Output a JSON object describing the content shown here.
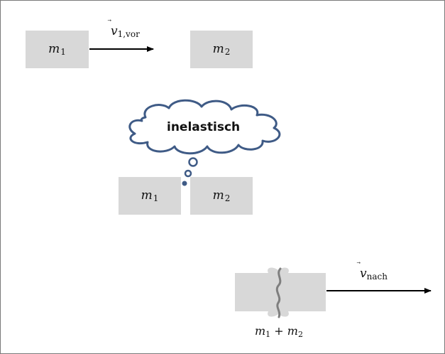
{
  "labels": {
    "m1": "m",
    "sub1": "1",
    "m2": "m",
    "sub2": "2",
    "v_symbol": "v",
    "v1_sub": "1,vor",
    "v_nach_sub": "nach",
    "collision_type": "inelastisch",
    "combined_m": "m",
    "combined_sub1": "1",
    "plus": "+",
    "combined_sub2": "2"
  },
  "colors": {
    "block_fill": "#d8d8d8",
    "cloud_stroke": "#3f5b86",
    "arrow": "#000000",
    "seam": "#7f7f7f"
  }
}
